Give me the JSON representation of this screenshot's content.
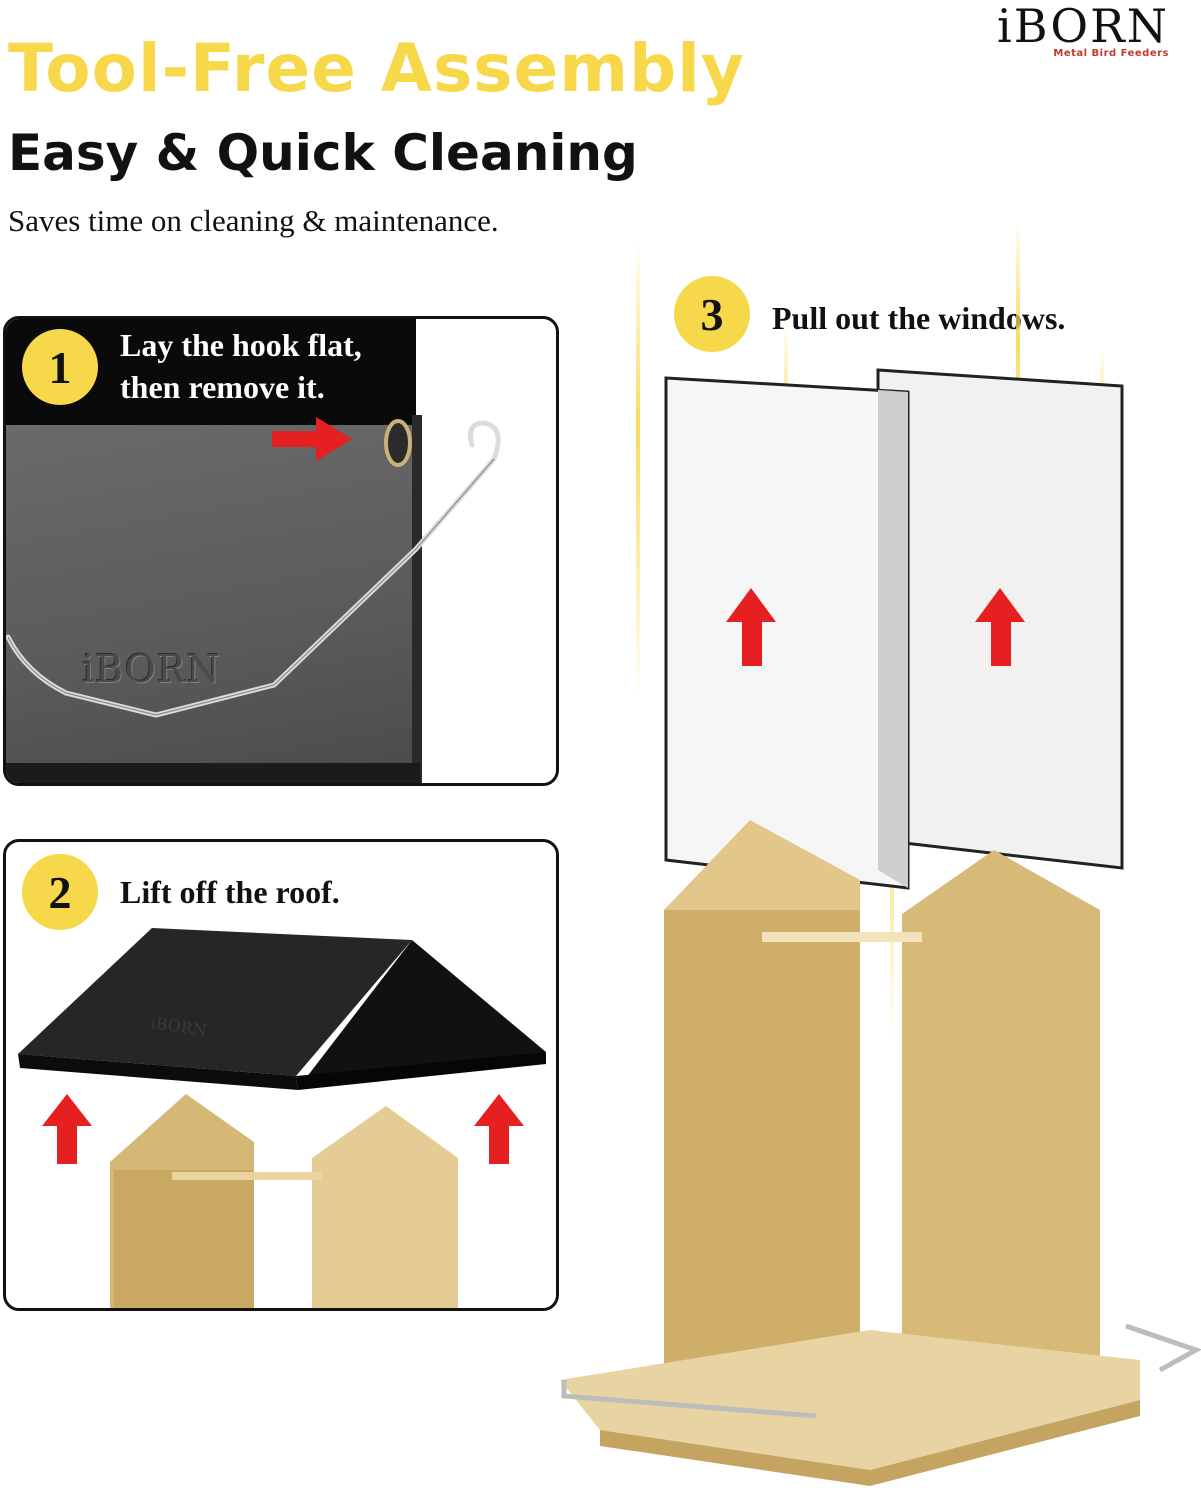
{
  "header": {
    "title": "Tool-Free Assembly",
    "subtitle": "Easy & Quick Cleaning",
    "tagline": "Saves time on cleaning & maintenance."
  },
  "brand": {
    "name": "iBORN",
    "tagline": "Metal Bird Feeders"
  },
  "steps": [
    {
      "number": "1",
      "line1": "Lay the hook flat,",
      "line2": "then remove it."
    },
    {
      "number": "2",
      "text": "Lift off the roof."
    },
    {
      "number": "3",
      "text": "Pull out the windows."
    }
  ],
  "product_logo": "iBORN",
  "icons": [
    "red-arrow-right-icon",
    "red-arrow-up-icon"
  ],
  "colors": {
    "accent_yellow": "#F7D84A",
    "arrow_red": "#E62020",
    "feeder_tan": "#D6B876",
    "roof_black": "#1E1E1E"
  }
}
